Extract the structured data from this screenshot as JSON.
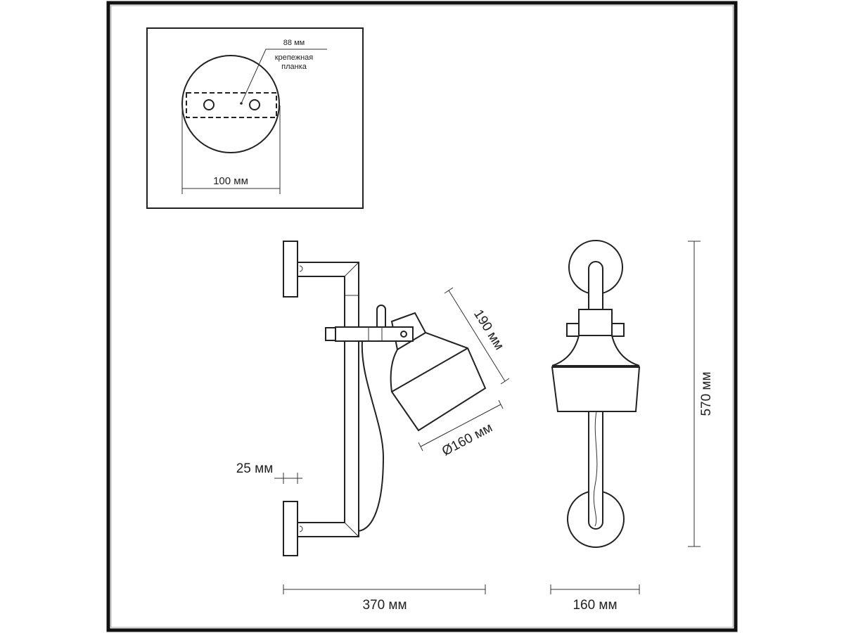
{
  "mount_detail": {
    "plate_length": "88 мм",
    "plate_label_line1": "крепежная",
    "plate_label_line2": "планка",
    "base_diameter": "100 мм"
  },
  "side_view": {
    "shade_height": "190 мм",
    "shade_diameter": "Ø160 мм",
    "plate_depth": "25 мм",
    "total_projection": "370 мм"
  },
  "front_view": {
    "total_height": "570 мм",
    "total_width": "160 мм"
  }
}
